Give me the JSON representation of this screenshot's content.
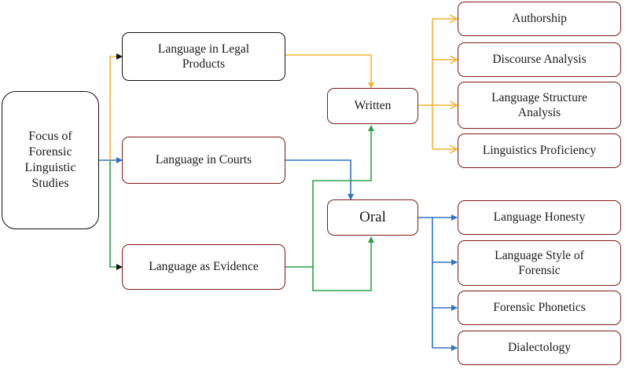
{
  "colors": {
    "orange": "#f5b335",
    "blue": "#2f73c0",
    "green": "#2ca24a",
    "black": "#111111",
    "border": "#7b1a1a"
  },
  "nodes": {
    "root": "Focus of\nForensic\nLinguistic\nStudies",
    "legal_products": "Language in Legal\nProducts",
    "courts": "Language in Courts",
    "evidence": "Language as Evidence",
    "written": "Written",
    "oral": "Oral",
    "authorship": "Authorship",
    "discourse": "Discourse Analysis",
    "structure": "Language Structure\nAnalysis",
    "proficiency": "Linguistics Proficiency",
    "honesty": "Language Honesty",
    "style": "Language Style of\nForensic",
    "phonetics": "Forensic Phonetics",
    "dialectology": "Dialectology"
  }
}
